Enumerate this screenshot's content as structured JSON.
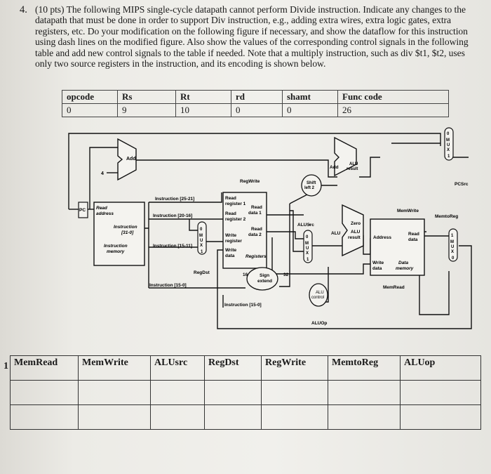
{
  "question": {
    "number": "4.",
    "text": "(10 pts) The following MIPS single-cycle datapath cannot perform Divide instruction. Indicate any changes to the datapath that must be done in order to support Div instruction, e.g., adding extra wires, extra logic gates, extra registers, etc. Do your modification on the following figure if necessary, and show the dataflow for this instruction using dash lines on the modified figure. Also show the values of the corresponding control signals in the following table and add new control signals to the table if needed. Note that a multiply instruction, such as div $t1, $t2, uses only two source registers in the instruction, and its encoding is shown below."
  },
  "encoding": {
    "headers": [
      "opcode",
      "Rs",
      "Rt",
      "rd",
      "shamt",
      "Func code"
    ],
    "values": [
      "0",
      "9",
      "10",
      "0",
      "0",
      "26"
    ]
  },
  "datapath": {
    "add_top": "Add",
    "four": "4",
    "pc": "PC",
    "read_address": [
      "Read",
      "address"
    ],
    "instruction_bus": [
      "Instruction",
      "[31-0]"
    ],
    "instruction_memory": [
      "Instruction",
      "memory"
    ],
    "instr_25_21": "Instruction [25-21]",
    "instr_20_16": "Instruction [20-16]",
    "instr_15_11": "Instruction [15-11]",
    "instr_15_0": "Instruction [15-0]",
    "instr_15_0_b": "Instruction [15-0]",
    "regwrite": "RegWrite",
    "regdst": "RegDst",
    "read_register_1": [
      "Read",
      "register 1"
    ],
    "read_register_2": [
      "Read",
      "register 2"
    ],
    "write_register": [
      "Write",
      "register"
    ],
    "write_data": [
      "Write",
      "data"
    ],
    "read_data_1": [
      "Read",
      "data 1"
    ],
    "read_data_2": [
      "Read",
      "data 2"
    ],
    "registers": "Registers",
    "sixteen": "16",
    "thirtytwo": "32",
    "sign_extend": [
      "Sign",
      "extend"
    ],
    "shift_left_2": [
      "Shift",
      "left 2"
    ],
    "add_alu": "Add",
    "alu_result_top": [
      "ALU",
      "result"
    ],
    "alusrc": "ALUSrc",
    "alu_main": "ALU",
    "zero": "Zero",
    "alu_result_main": [
      "ALU",
      "result"
    ],
    "alu_control": [
      "ALU",
      "control"
    ],
    "aluop": "ALUOp",
    "pcsrc": "PCSrc",
    "memwrite": "MemWrite",
    "memtoreg": "MemtoReg",
    "memread": "MemRead",
    "address": "Address",
    "read_data_mem": [
      "Read",
      "data"
    ],
    "write_data_mem": [
      "Write",
      "data"
    ],
    "data_memory": [
      "Data",
      "memory"
    ],
    "mux_label": "MUX"
  },
  "control_table": {
    "marker": "1",
    "headers": [
      "MemRead",
      "MemWrite",
      "ALUsrc",
      "RegDst",
      "RegWrite",
      "MemtoReg",
      "ALUop"
    ],
    "values": [
      "",
      "",
      "",
      "",
      "",
      "",
      ""
    ]
  }
}
